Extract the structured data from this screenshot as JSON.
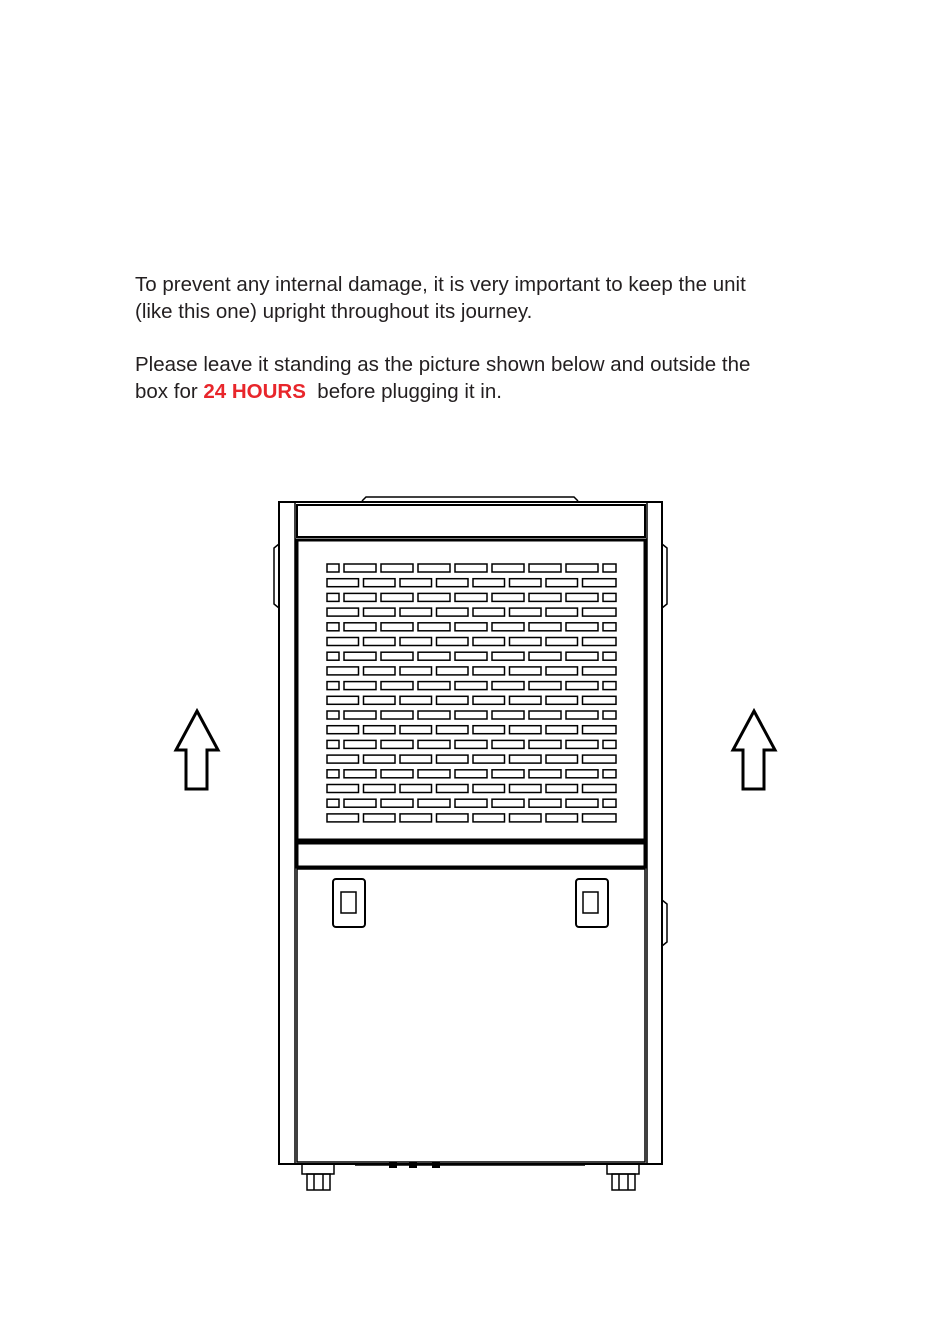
{
  "instructions": {
    "line1": "To prevent any internal damage, it is very important to keep the unit",
    "line2": "(like this one) upright throughout its journey.",
    "line3": "Please leave it standing as the picture shown below and outside the",
    "line4_prefix": "box for ",
    "line4_highlight": "24 HOURS",
    "line4_suffix": "  before plugging it in."
  },
  "colors": {
    "text": "#231f20",
    "highlight": "#e8262b",
    "line": "#000000"
  },
  "icons": {
    "left_arrow": "up-arrow-icon",
    "right_arrow": "up-arrow-icon",
    "illustration": "dehumidifier-unit"
  }
}
